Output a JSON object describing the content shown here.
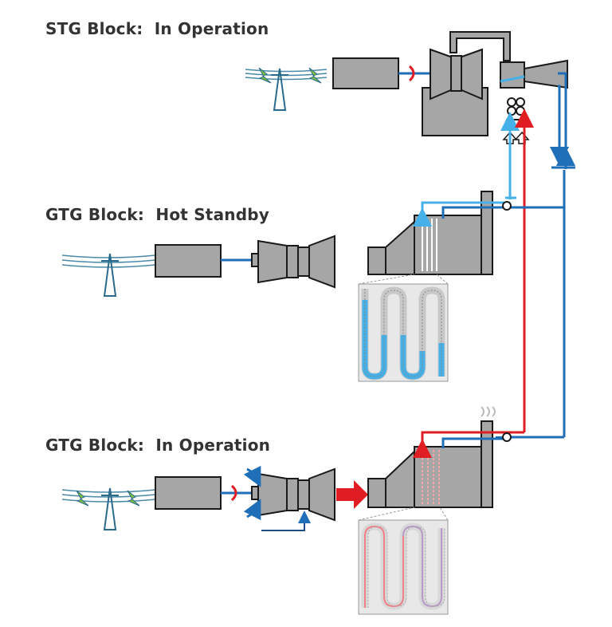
{
  "blocks": {
    "stg": {
      "title": "STG Block:  In Operation"
    },
    "gtg_standby": {
      "title": "GTG Block:  Hot Standby"
    },
    "gtg_operating": {
      "title": "GTG Block:  In Operation"
    }
  },
  "colors": {
    "equipment_fill": "#a6a6a6",
    "outline": "#1a1a1a",
    "cold_line": "#1f6fb8",
    "light_blue_line": "#45b1e8",
    "hot_line": "#e11d24",
    "tower": "#2a6a8a",
    "power_line": "#4a8aa8",
    "lightning": "#7dc242",
    "inset_border": "#999999"
  },
  "icons": [
    "transmission-tower-icon",
    "lightning-bolt-icon",
    "generator-icon",
    "coupling-icon",
    "turbine-icon",
    "hrsg-icon",
    "valve-icon"
  ]
}
